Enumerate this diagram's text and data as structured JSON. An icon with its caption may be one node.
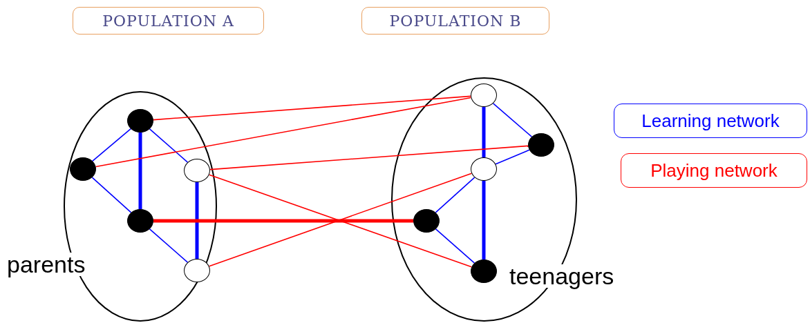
{
  "diagram": {
    "nodes": [
      {
        "text": [
          "POPULATION A"
        ]
      },
      {
        "text": [
          "POPULATION B"
        ]
      },
      {
        "text": [],
        "shape": "ellipse",
        "beside": [
          "parents"
        ]
      },
      {
        "text": [],
        "shape": "ellipse",
        "beside": [
          "teenagers"
        ]
      },
      {
        "text": [],
        "shape": "dot",
        "in": 2
      },
      {
        "text": [],
        "shape": "dot",
        "in": 2
      },
      {
        "text": [],
        "shape": "circle",
        "in": 2
      },
      {
        "text": [],
        "shape": "dot",
        "in": 2
      },
      {
        "text": [],
        "shape": "circle",
        "in": 2
      },
      {
        "text": [],
        "shape": "circle",
        "in": 3
      },
      {
        "text": [],
        "shape": "dot",
        "in": 3
      },
      {
        "text": [],
        "shape": "circle",
        "in": 3
      },
      {
        "text": [],
        "shape": "dot",
        "in": 3
      },
      {
        "text": [],
        "shape": "dot",
        "in": 3
      }
    ],
    "edges": [
      {
        "from": 4,
        "to": 5,
        "arrow": "none"
      },
      {
        "from": 4,
        "to": 7,
        "arrow": "none",
        "style": "thick"
      },
      {
        "from": 4,
        "to": 6,
        "arrow": "none"
      },
      {
        "from": 5,
        "to": 7,
        "arrow": "none"
      },
      {
        "from": 6,
        "to": 8,
        "arrow": "none",
        "style": "thick"
      },
      {
        "from": 7,
        "to": 8,
        "arrow": "none"
      },
      {
        "from": 9,
        "to": 11,
        "arrow": "none",
        "style": "thick"
      },
      {
        "from": 9,
        "to": 10,
        "arrow": "none"
      },
      {
        "from": 10,
        "to": 11,
        "arrow": "none"
      },
      {
        "from": 11,
        "to": 12,
        "arrow": "none"
      },
      {
        "from": 11,
        "to": 13,
        "arrow": "none",
        "style": "thick"
      },
      {
        "from": 12,
        "to": 13,
        "arrow": "none"
      },
      {
        "from": 4,
        "to": 9,
        "arrow": "none",
        "color": "#ff0000"
      },
      {
        "from": 5,
        "to": 9,
        "arrow": "none",
        "color": "#ff0000"
      },
      {
        "from": 6,
        "to": 10,
        "arrow": "none",
        "color": "#ff0000"
      },
      {
        "from": 6,
        "to": 13,
        "arrow": "none",
        "color": "#ff0000"
      },
      {
        "from": 7,
        "to": 12,
        "arrow": "none",
        "color": "#ff0000",
        "style": "thick"
      },
      {
        "from": 8,
        "to": 11,
        "arrow": "none",
        "color": "#ff0000"
      }
    ],
    "legend": [
      {
        "text": "Learning network",
        "color": "#0000ff"
      },
      {
        "text": "Playing network",
        "color": "#ff0000"
      }
    ]
  }
}
